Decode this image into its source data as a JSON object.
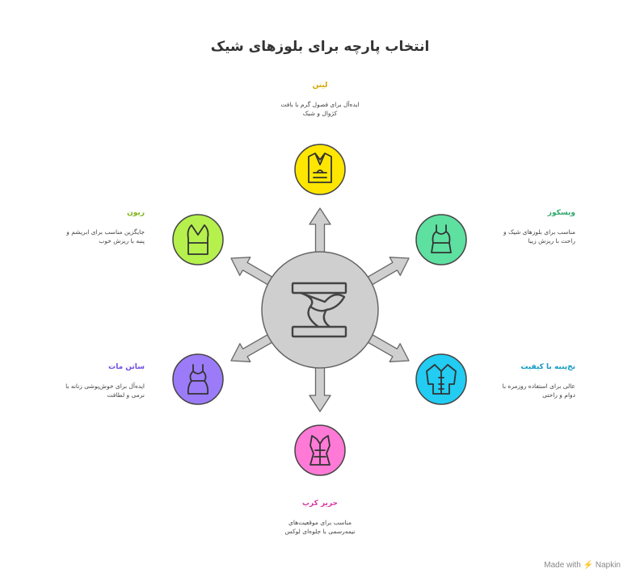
{
  "title": "انتخاب پارچه برای بلوزهای شیک",
  "items": [
    {
      "id": "linen",
      "title": "لینن",
      "desc": "ایده‌آل برای فصول گرم با بافت\nکژوال و شیک",
      "color": "#FFE600",
      "title_color": "#D4A800",
      "icon": "linen-shirt-icon"
    },
    {
      "id": "viscose",
      "title": "ویسکوز",
      "desc": "مناسب برای بلوزهای شیک و\nراحت با ریزش زیبا",
      "color": "#5EE0A0",
      "title_color": "#2EA66B",
      "icon": "tank-top-icon"
    },
    {
      "id": "cotton",
      "title": "نخ‌پنبه با کیفیت",
      "desc": "عالی برای استفاده روزمره با\nدوام و راحتی",
      "color": "#22CCF2",
      "title_color": "#139BC2",
      "icon": "button-shirt-icon"
    },
    {
      "id": "crepe",
      "title": "حریر کرپ",
      "desc": "مناسب برای موقعیت‌های\nنیمه‌رسمی با جلوه‌ای لوکس",
      "color": "#FF7AD6",
      "title_color": "#D63AA5",
      "icon": "corset-top-icon"
    },
    {
      "id": "satin",
      "title": "ساتن مات",
      "desc": "ایده‌آل برای خوش‌پوشی زنانه با\nنرمی و لطافت",
      "color": "#9B7BF7",
      "title_color": "#6E4FE0",
      "icon": "camisole-icon"
    },
    {
      "id": "rayon",
      "title": "ریون",
      "desc": "جایگزین مناسب برای ابریشم و\nپنبه با ریزش خوب",
      "color": "#B5F04D",
      "title_color": "#7FB51C",
      "icon": "v-neck-top-icon"
    }
  ],
  "hub": {
    "color": "#CFCFCF",
    "icon": "fabric-roll-icon"
  },
  "watermark": "Made with ⚡ Napkin"
}
